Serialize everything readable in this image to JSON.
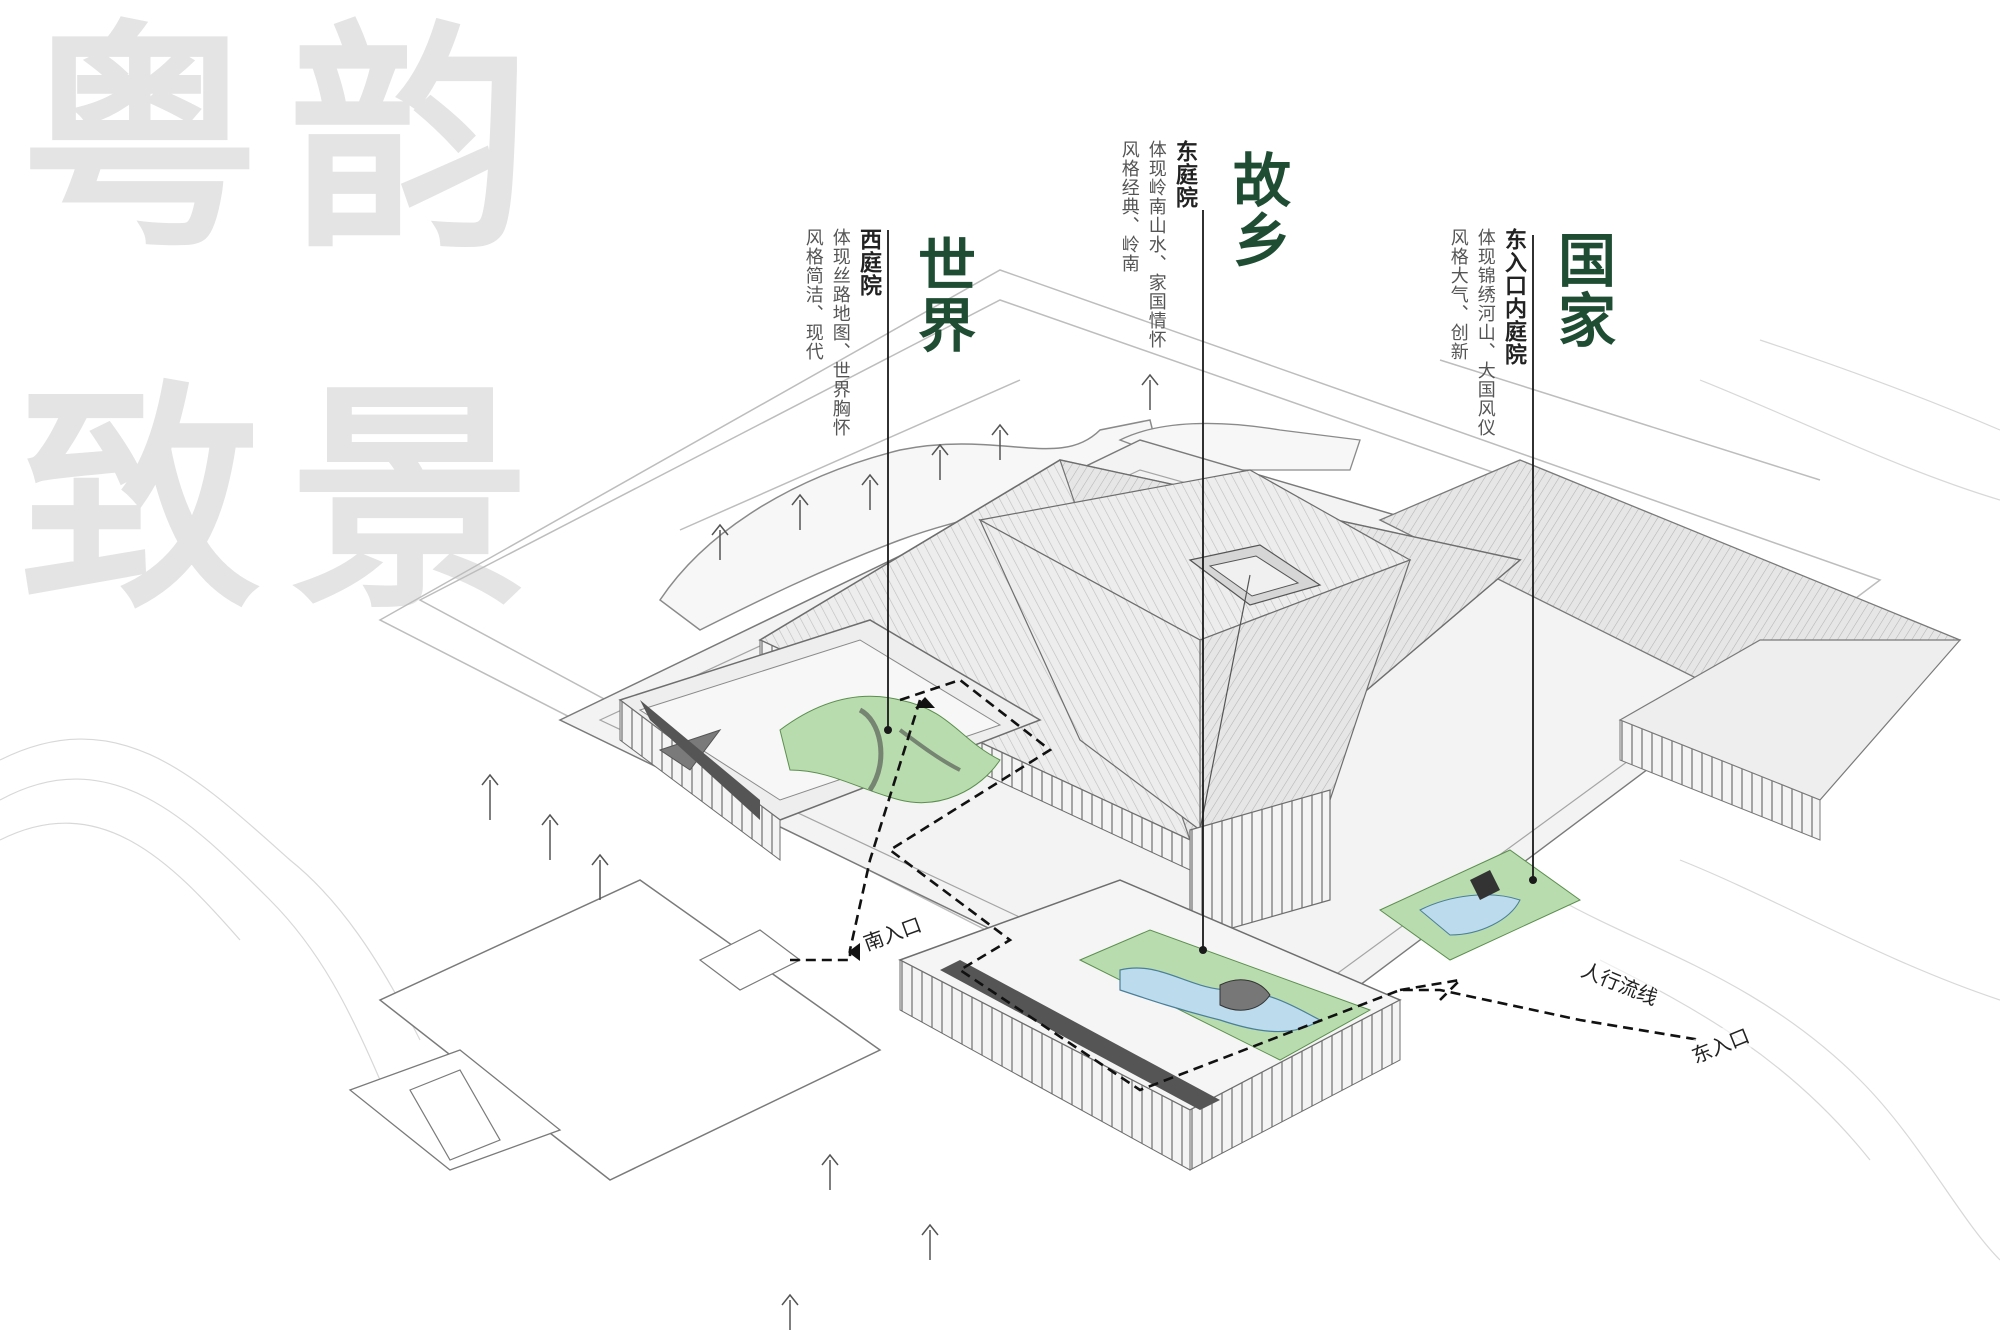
{
  "title": {
    "chars": [
      "粤",
      "韵",
      "致",
      "景"
    ]
  },
  "zones": [
    {
      "heading": "世界",
      "name": "西庭院",
      "desc": [
        "体现丝路地图、世界胸怀",
        "风格简洁、现代"
      ]
    },
    {
      "heading": "故乡",
      "name": "东庭院",
      "desc": [
        "体现岭南山水、家国情怀",
        "风格经典、岭南"
      ]
    },
    {
      "heading": "国家",
      "name": "东入口内庭院",
      "desc": [
        "体现锦绣河山、大国风仪",
        "风格大气、创新"
      ]
    }
  ],
  "labels": {
    "south_entrance": "南入口",
    "pedestrian_flow": "人行流线",
    "east_entrance": "东入口"
  },
  "colors": {
    "heading": "#1f4d33",
    "garden": "#b9dcae",
    "water": "#bcdcee",
    "line": "#8a8a8a",
    "watermark": "#e4e4e4"
  }
}
